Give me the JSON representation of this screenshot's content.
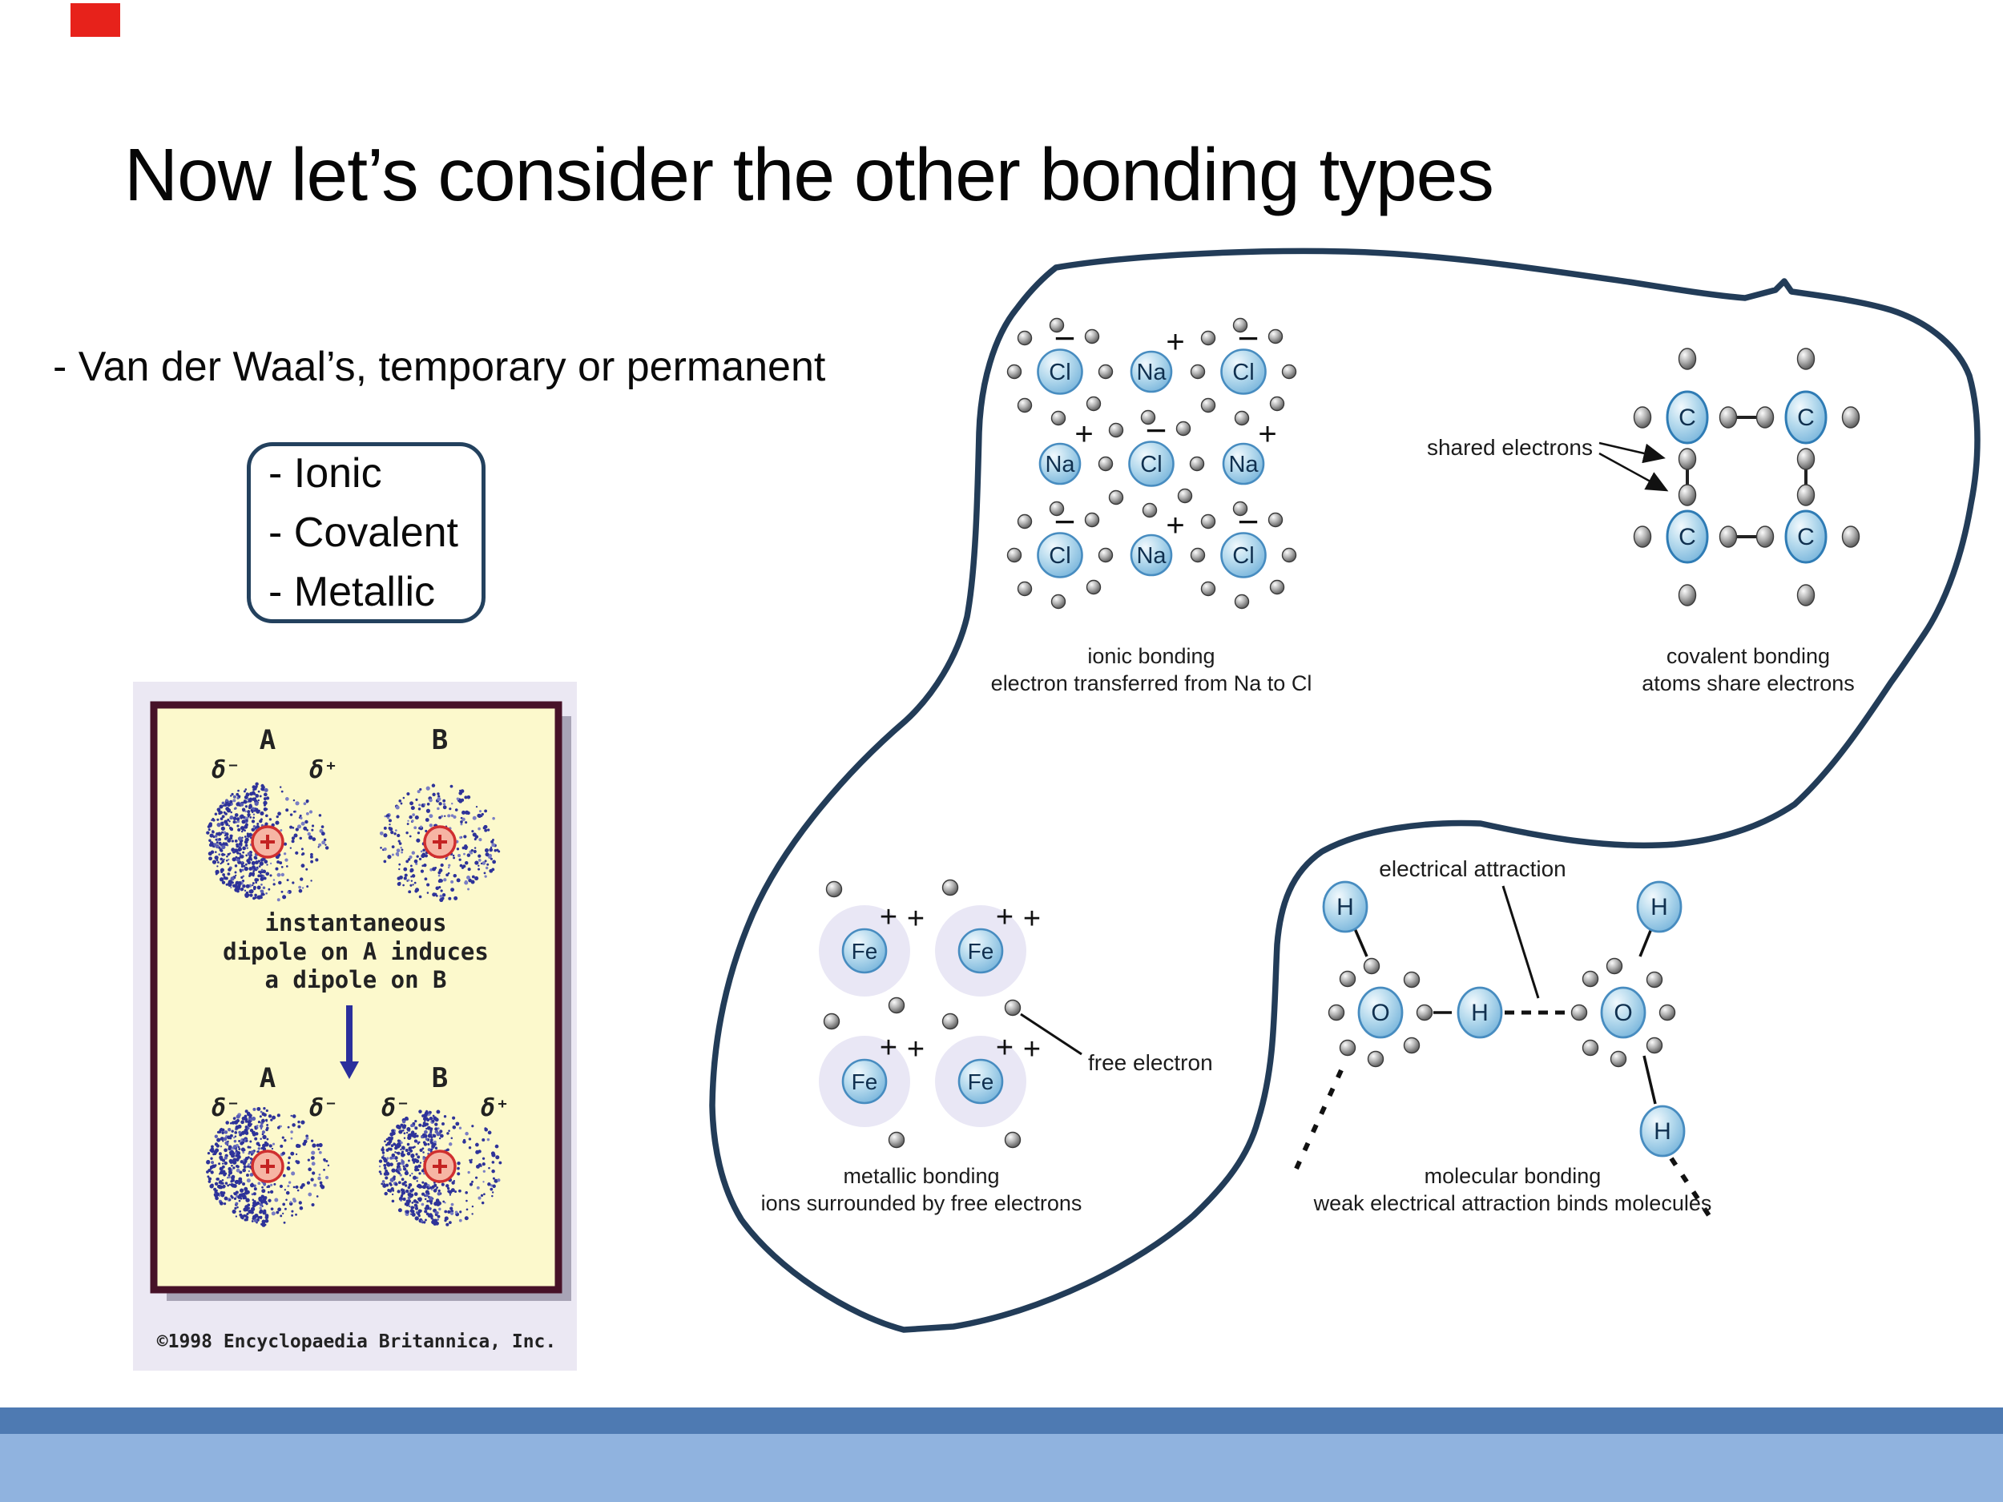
{
  "slide": {
    "title": "Now let’s consider the other bonding types",
    "bullet": "- Van der Waal’s, temporary or permanent",
    "box_items": [
      "- Ionic",
      "- Covalent",
      "- Metallic"
    ],
    "colors": {
      "loop_navy": "#223c58",
      "bar_dark": "#4e7ab2",
      "bar_light": "#90b3df",
      "red_mark": "#e7221b",
      "ion_blue_edge": "#478cc0",
      "electron_grey": "#4e4e4e",
      "halo_lavender": "#e9e7f5"
    }
  },
  "britannica": {
    "label_a": "A",
    "label_b": "B",
    "delta_minus": "δ⁻",
    "delta_plus": "δ⁺",
    "caption_lines": [
      "instantaneous",
      "dipole on A induces",
      "a dipole on B"
    ],
    "credit": "©1998 Encyclopaedia Britannica, Inc."
  },
  "ionic": {
    "grid": [
      [
        "Cl",
        "Na",
        "Cl"
      ],
      [
        "Na",
        "Cl",
        "Na"
      ],
      [
        "Cl",
        "Na",
        "Cl"
      ]
    ],
    "minus": "−",
    "plus": "+",
    "caption": [
      "ionic bonding",
      "electron transferred from Na to Cl"
    ]
  },
  "covalent": {
    "symbol": "C",
    "label": "shared electrons",
    "caption": [
      "covalent bonding",
      "atoms share electrons"
    ]
  },
  "metallic": {
    "symbol": "Fe",
    "plus": "+",
    "label": "free electron",
    "caption": [
      "metallic bonding",
      "ions surrounded by free electrons"
    ]
  },
  "molecular": {
    "oxygen": "O",
    "hydrogen": "H",
    "label": "electrical attraction",
    "caption": [
      "molecular bonding",
      "weak electrical attraction binds molecules"
    ]
  }
}
